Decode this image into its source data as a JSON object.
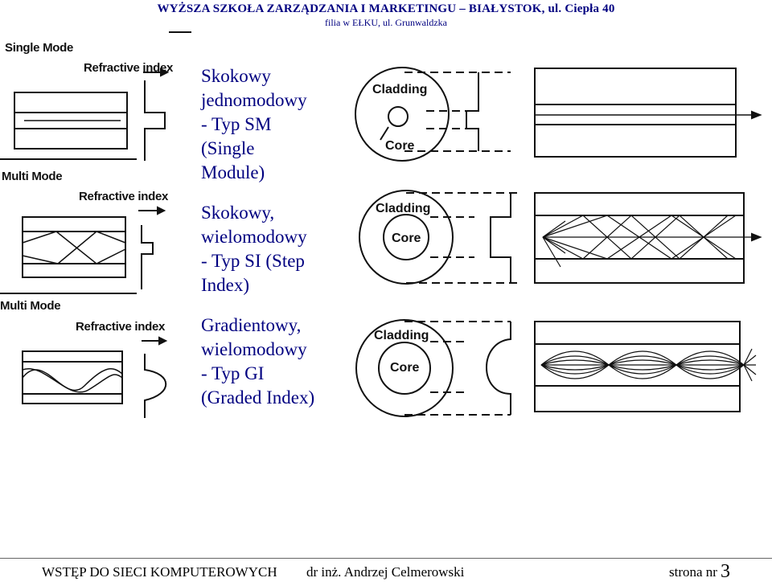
{
  "header": {
    "line1": "WYŻSZA SZKOŁA ZARZĄDZANIA I MARKETINGU – BIAŁYSTOK, ul. Ciepła 40",
    "line2": "filia w EŁKU, ul. Grunwaldzka"
  },
  "left_labels": {
    "single_mode": "Single Mode",
    "multi_mode_1": "Multi Mode",
    "multi_mode_2": "Multi Mode",
    "refractive_index_1": "Refractive  index",
    "refractive_index_2": "Refractive  index",
    "refractive_index_3": "Refractive  index"
  },
  "fiber_types": [
    {
      "name_lines": [
        "Skokowy",
        "jednomodowy"
      ],
      "desc_lines": [
        "- Typ SM",
        "(Single",
        "Module)"
      ]
    },
    {
      "name_lines": [
        "Skokowy,",
        "wielomodowy"
      ],
      "desc_lines": [
        "- Typ SI (Step",
        "Index)"
      ]
    },
    {
      "name_lines": [
        "Gradientowy,",
        "wielomodowy"
      ],
      "desc_lines": [
        "- Typ GI",
        "(Graded Index)"
      ]
    }
  ],
  "diagram_labels": {
    "cladding_1": "Cladding",
    "core_1": "Core",
    "cladding_2": "Cladding",
    "core_2": "Core",
    "cladding_3": "Cladding",
    "core_3": "Core"
  },
  "footer": {
    "course": "WSTĘP DO SIECI KOMPUTEROWYCH",
    "author": "dr inż. Andrzej Celmerowski",
    "page_label": "strona nr",
    "page_number": "3"
  },
  "colors": {
    "header_text": "#000080",
    "body_text": "#000080",
    "diagram_ink": "#111111"
  }
}
